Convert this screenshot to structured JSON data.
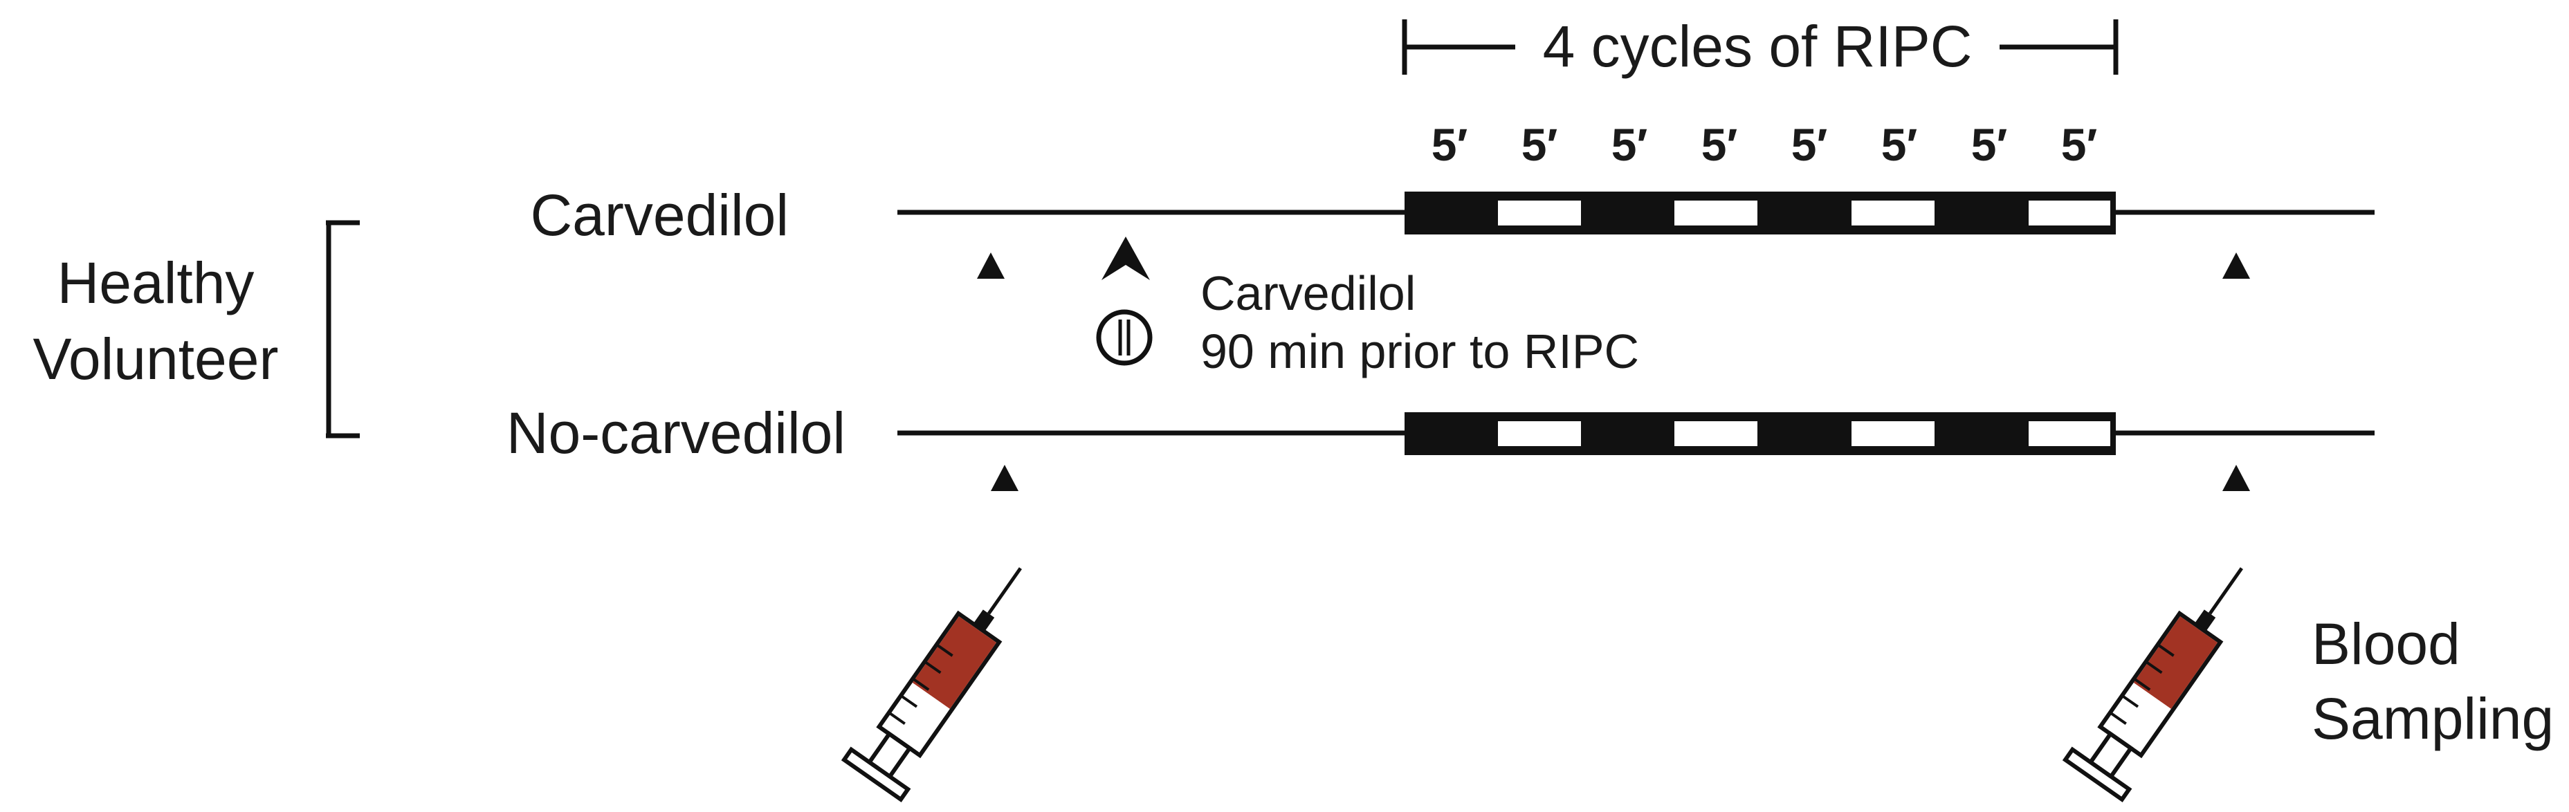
{
  "title": "4 cycles of RIPC",
  "group_label_line1": "Healthy",
  "group_label_line2": "Volunteer",
  "arm_top": "Carvedilol",
  "arm_bottom": "No-carvedilol",
  "pill_label_line1": "Carvedilol",
  "pill_label_line2": "90 min prior to RIPC",
  "sampling_label_line1": "Blood",
  "sampling_label_line2": "Sampling",
  "cycle_durations": [
    "5′",
    "5′",
    "5′",
    "5′",
    "5′",
    "5′",
    "5′",
    "5′"
  ],
  "colors": {
    "ink": "#111111",
    "blood": "#a23323",
    "syringe_body": "#ffffff"
  },
  "icons": [
    "pill-icon",
    "syringe-icon",
    "arrowhead-marker-icon"
  ]
}
